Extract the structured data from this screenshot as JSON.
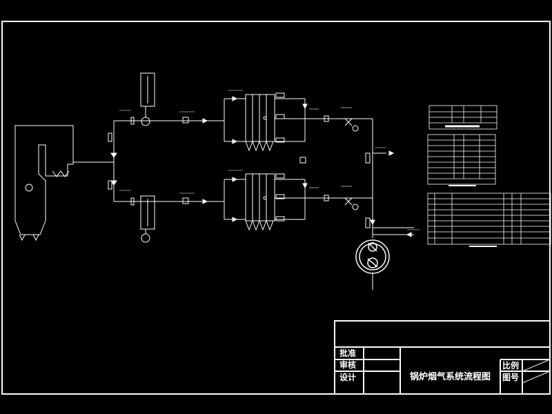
{
  "title_block": {
    "approve_label": "批准",
    "review_label": "审核",
    "design_label": "设计",
    "drawing_title": "锅炉烟气系统流程图",
    "scale_label": "比例",
    "drawing_no_label": "图号"
  },
  "colors": {
    "background": "#000000",
    "line": "#ffffff"
  }
}
